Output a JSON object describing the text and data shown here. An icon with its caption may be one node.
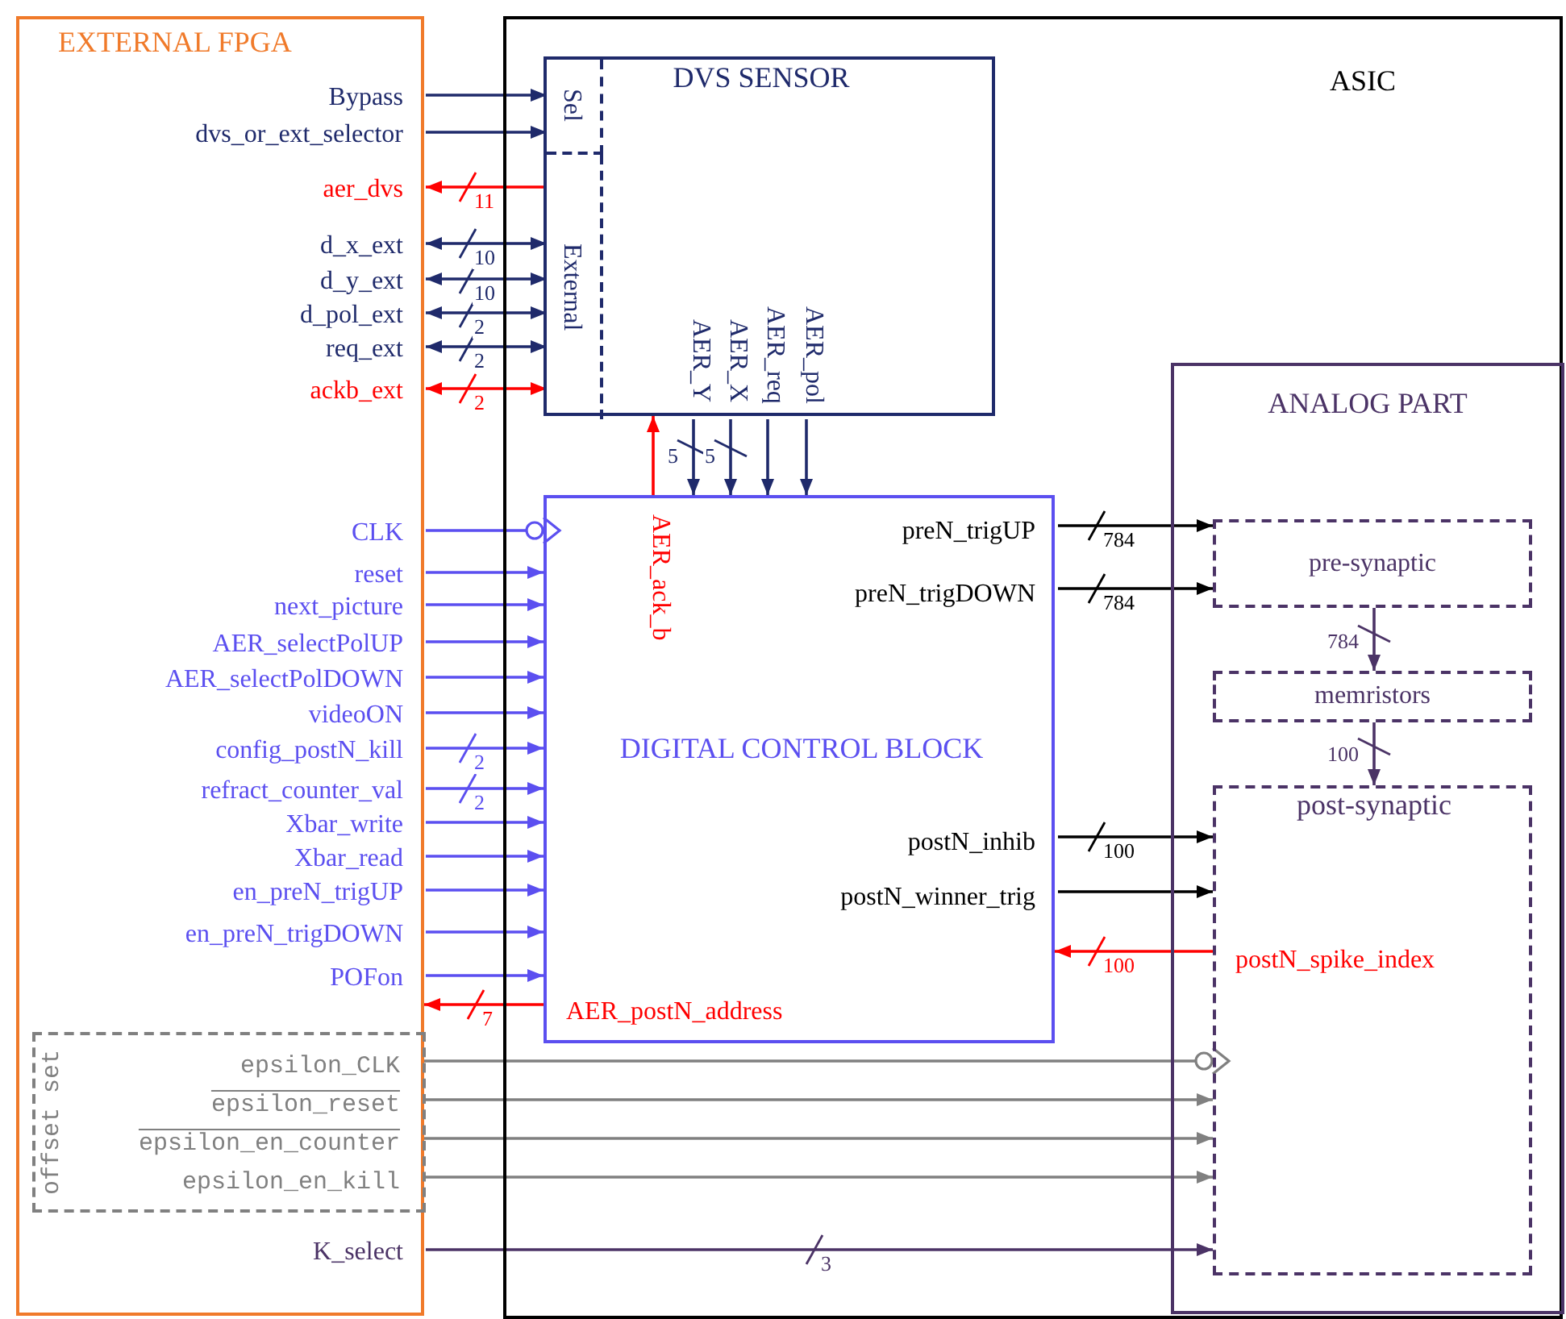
{
  "diagram": {
    "nodes": [
      {
        "text": [
          "EXTERNAL FPGA"
        ]
      },
      {
        "text": [
          "Bypass"
        ],
        "in": 0
      },
      {
        "text": [
          "dvs_or_ext_selector"
        ],
        "in": 0
      },
      {
        "text": [
          "aer_dvs"
        ],
        "in": 0
      },
      {
        "text": [
          "d_x_ext"
        ],
        "in": 0
      },
      {
        "text": [
          "d_y_ext"
        ],
        "in": 0
      },
      {
        "text": [
          "d_pol_ext"
        ],
        "in": 0
      },
      {
        "text": [
          "req_ext"
        ],
        "in": 0
      },
      {
        "text": [
          "ackb_ext"
        ],
        "in": 0
      },
      {
        "text": [
          "CLK"
        ],
        "in": 0
      },
      {
        "text": [
          "reset"
        ],
        "in": 0
      },
      {
        "text": [
          "next_picture"
        ],
        "in": 0
      },
      {
        "text": [
          "AER_selectPolUP"
        ],
        "in": 0
      },
      {
        "text": [
          "AER_selectPolDOWN"
        ],
        "in": 0
      },
      {
        "text": [
          "videoON"
        ],
        "in": 0
      },
      {
        "text": [
          "config_postN_kill"
        ],
        "in": 0
      },
      {
        "text": [
          "refract_counter_val"
        ],
        "in": 0
      },
      {
        "text": [
          "Xbar_write"
        ],
        "in": 0
      },
      {
        "text": [
          "Xbar_read"
        ],
        "in": 0
      },
      {
        "text": [
          "en_preN_trigUP"
        ],
        "in": 0
      },
      {
        "text": [
          "en_preN_trigDOWN"
        ],
        "in": 0
      },
      {
        "text": [
          "POFon"
        ],
        "in": 0
      },
      {
        "text": [
          "offset set"
        ],
        "in": 0
      },
      {
        "text": [
          "epsilon_CLK"
        ],
        "in": 22
      },
      {
        "text": [
          "epsilon_reset"
        ],
        "in": 22
      },
      {
        "text": [
          "epsilon_en_counter"
        ],
        "in": 22
      },
      {
        "text": [
          "epsilon_en_kill"
        ],
        "in": 22
      },
      {
        "text": [
          "K_select"
        ],
        "in": 0
      },
      {
        "text": [
          "ASIC"
        ]
      },
      {
        "text": [
          "DVS SENSOR"
        ],
        "in": 28
      },
      {
        "text": [
          "Sel"
        ],
        "in": 29
      },
      {
        "text": [
          "External"
        ],
        "in": 29
      },
      {
        "text": [
          "AER_Y"
        ],
        "in": 29
      },
      {
        "text": [
          "AER_X"
        ],
        "in": 29
      },
      {
        "text": [
          "AER_req"
        ],
        "in": 29
      },
      {
        "text": [
          "AER_pol"
        ],
        "in": 29
      },
      {
        "text": [
          "DIGITAL CONTROL BLOCK"
        ],
        "in": 28
      },
      {
        "text": [
          "AER_ack_b"
        ],
        "in": 36
      },
      {
        "text": [
          "preN_trigUP"
        ],
        "in": 36
      },
      {
        "text": [
          "preN_trigDOWN"
        ],
        "in": 36
      },
      {
        "text": [
          "postN_inhib"
        ],
        "in": 36
      },
      {
        "text": [
          "postN_winner_trig"
        ],
        "in": 36
      },
      {
        "text": [
          "AER_postN_address"
        ],
        "in": 36
      },
      {
        "text": [
          "ANALOG PART"
        ],
        "in": 28
      },
      {
        "text": [
          "pre-synaptic"
        ],
        "in": 43
      },
      {
        "text": [
          "memristors"
        ],
        "in": 43
      },
      {
        "text": [
          "post-synaptic"
        ],
        "in": 43
      },
      {
        "text": [
          "postN_spike_index"
        ],
        "in": 46
      }
    ],
    "edges": [
      {
        "from": 1,
        "to": 30,
        "arrow": "to",
        "color": "#1f2a6b"
      },
      {
        "from": 2,
        "to": 30,
        "arrow": "to",
        "color": "#1f2a6b"
      },
      {
        "from": 31,
        "to": 3,
        "arrow": "to",
        "label": "11",
        "color": "#ff0000"
      },
      {
        "from": 4,
        "to": 31,
        "arrow": "both",
        "label": "10",
        "color": "#1f2a6b"
      },
      {
        "from": 5,
        "to": 31,
        "arrow": "both",
        "label": "10",
        "color": "#1f2a6b"
      },
      {
        "from": 6,
        "to": 31,
        "arrow": "both",
        "label": "2",
        "color": "#1f2a6b"
      },
      {
        "from": 7,
        "to": 31,
        "arrow": "both",
        "label": "2",
        "color": "#1f2a6b"
      },
      {
        "from": 8,
        "to": 31,
        "arrow": "both",
        "label": "2",
        "color": "#ff0000"
      },
      {
        "from": 32,
        "to": 36,
        "arrow": "to",
        "label": "5",
        "color": "#1f2a6b"
      },
      {
        "from": 33,
        "to": 36,
        "arrow": "to",
        "label": "5",
        "color": "#1f2a6b"
      },
      {
        "from": 34,
        "to": 36,
        "arrow": "to",
        "color": "#1f2a6b"
      },
      {
        "from": 35,
        "to": 36,
        "arrow": "to",
        "color": "#1f2a6b"
      },
      {
        "from": 37,
        "to": 29,
        "arrow": "to",
        "color": "#ff0000"
      },
      {
        "from": 9,
        "to": 36,
        "arrow": "other",
        "color": "#5b4ff0"
      },
      {
        "from": 10,
        "to": 36,
        "arrow": "to",
        "color": "#5b4ff0"
      },
      {
        "from": 11,
        "to": 36,
        "arrow": "to",
        "color": "#5b4ff0"
      },
      {
        "from": 12,
        "to": 36,
        "arrow": "to",
        "color": "#5b4ff0"
      },
      {
        "from": 13,
        "to": 36,
        "arrow": "to",
        "color": "#5b4ff0"
      },
      {
        "from": 14,
        "to": 36,
        "arrow": "to",
        "color": "#5b4ff0"
      },
      {
        "from": 15,
        "to": 36,
        "arrow": "to",
        "label": "2",
        "color": "#5b4ff0"
      },
      {
        "from": 16,
        "to": 36,
        "arrow": "to",
        "label": "2",
        "color": "#5b4ff0"
      },
      {
        "from": 17,
        "to": 36,
        "arrow": "to",
        "color": "#5b4ff0"
      },
      {
        "from": 18,
        "to": 36,
        "arrow": "to",
        "color": "#5b4ff0"
      },
      {
        "from": 19,
        "to": 36,
        "arrow": "to",
        "color": "#5b4ff0"
      },
      {
        "from": 20,
        "to": 36,
        "arrow": "to",
        "color": "#5b4ff0"
      },
      {
        "from": 21,
        "to": 36,
        "arrow": "to",
        "color": "#5b4ff0"
      },
      {
        "from": 42,
        "to": 0,
        "arrow": "to",
        "label": "7",
        "color": "#ff0000"
      },
      {
        "from": 23,
        "to": 46,
        "arrow": "other",
        "color": "#808080"
      },
      {
        "from": 24,
        "to": 46,
        "arrow": "to",
        "color": "#808080"
      },
      {
        "from": 25,
        "to": 46,
        "arrow": "to",
        "color": "#808080"
      },
      {
        "from": 26,
        "to": 46,
        "arrow": "to",
        "color": "#808080"
      },
      {
        "from": 27,
        "to": 46,
        "arrow": "to",
        "label": "3",
        "color": "#4b3366"
      },
      {
        "from": 38,
        "to": 44,
        "arrow": "to",
        "label": "784",
        "color": "#000000"
      },
      {
        "from": 39,
        "to": 44,
        "arrow": "to",
        "label": "784",
        "color": "#000000"
      },
      {
        "from": 44,
        "to": 45,
        "arrow": "to",
        "label": "784",
        "color": "#4b3366"
      },
      {
        "from": 45,
        "to": 46,
        "arrow": "to",
        "label": "100",
        "color": "#4b3366"
      },
      {
        "from": 40,
        "to": 46,
        "arrow": "to",
        "label": "100",
        "color": "#000000"
      },
      {
        "from": 41,
        "to": 46,
        "arrow": "to",
        "color": "#000000"
      },
      {
        "from": 47,
        "to": 36,
        "arrow": "to",
        "label": "100",
        "color": "#ff0000"
      }
    ]
  }
}
